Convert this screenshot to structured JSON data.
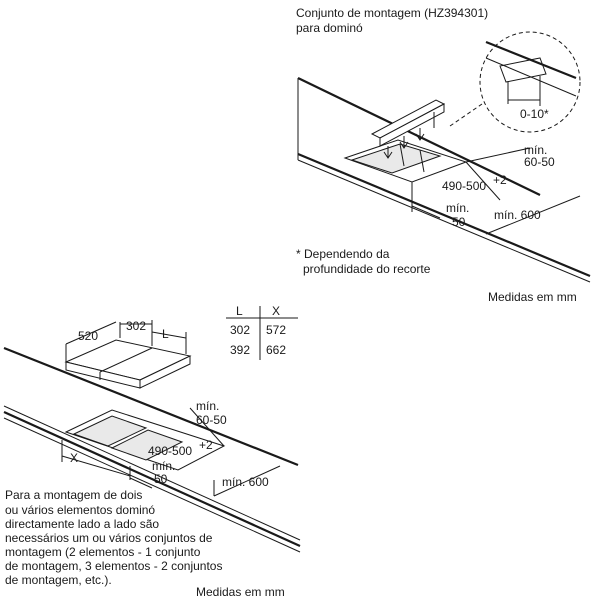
{
  "top_diagram": {
    "title_line1": "Conjunto de montagem (HZ394301)",
    "title_line2": "para dominó",
    "gap_label": "0-10*",
    "min_edge": "mín.",
    "min_edge_value": "60-50",
    "cutout_width": "490-500",
    "cutout_tolerance": "+2",
    "min_front": "mín.",
    "min_front_value": "50",
    "min_depth": "mín. 600",
    "footnote_line1": "* Dependendo da",
    "footnote_line2": "profundidade do recorte",
    "units": "Medidas em mm"
  },
  "bottom_diagram": {
    "dim_depth": "520",
    "dim_width": "302",
    "dim_l": "L",
    "table": {
      "headers": [
        "L",
        "X"
      ],
      "rows": [
        [
          "302",
          "572"
        ],
        [
          "392",
          "662"
        ]
      ]
    },
    "min_edge": "mín.",
    "min_edge_value": "60-50",
    "cutout_width": "490-500",
    "cutout_tolerance": "+2",
    "dim_x": "X",
    "min_front": "mín.",
    "min_front_value": "50",
    "min_depth": "mín. 600",
    "note_lines": [
      "Para a montagem de dois",
      "ou vários elementos dominó",
      "directamente lado a lado são",
      "necessários um ou vários conjuntos de",
      "montagem (2 elementos - 1 conjunto",
      "de montagem, 3 elementos - 2 conjuntos",
      "de montagem, etc.)."
    ],
    "units": "Medidas em mm"
  }
}
